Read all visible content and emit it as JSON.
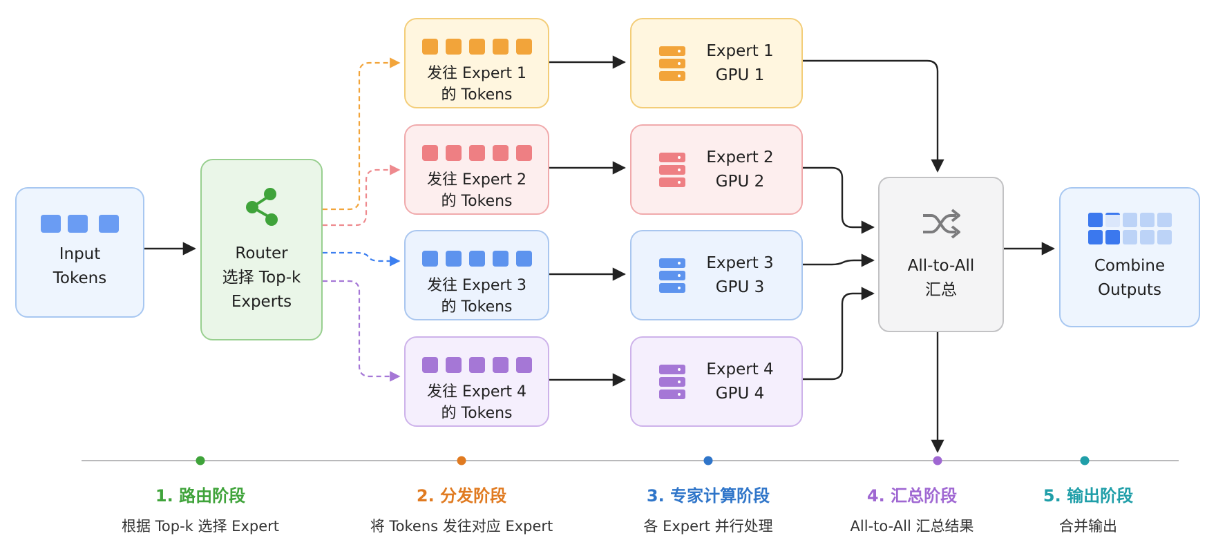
{
  "colors": {
    "orange": "#f2a43a",
    "red": "#ee7f83",
    "blue": "#4d8df0",
    "purple": "#a577d6",
    "green": "#3fa33a",
    "teal": "#2aa6a8",
    "gray": "#7b7b7d"
  },
  "input": {
    "line1": "Input",
    "line2": "Tokens",
    "icon": "token-squares-icon"
  },
  "router": {
    "line1": "Router",
    "line2": "选择 Top-k",
    "line3": "Experts",
    "icon": "share-nodes-icon"
  },
  "token_groups": [
    {
      "line1": "发往 Expert 1",
      "line2": "的 Tokens",
      "color": "#f2a43a"
    },
    {
      "line1": "发往 Expert 2",
      "line2": "的 Tokens",
      "color": "#ee7f83"
    },
    {
      "line1": "发往 Expert 3",
      "line2": "的 Tokens",
      "color": "#5d93ee"
    },
    {
      "line1": "发往 Expert 4",
      "line2": "的 Tokens",
      "color": "#a577d6"
    }
  ],
  "experts": [
    {
      "name": "Expert 1",
      "gpu": "GPU 1",
      "color": "#f2a43a"
    },
    {
      "name": "Expert 2",
      "gpu": "GPU 2",
      "color": "#ee7f83"
    },
    {
      "name": "Expert 3",
      "gpu": "GPU 3",
      "color": "#5d93ee"
    },
    {
      "name": "Expert 4",
      "gpu": "GPU 4",
      "color": "#a577d6"
    }
  ],
  "all_to_all": {
    "line1": "All-to-All",
    "line2": "汇总",
    "icon": "shuffle-icon"
  },
  "output": {
    "line1": "Combine",
    "line2": "Outputs",
    "icon": "output-grid-icon"
  },
  "stages": [
    {
      "title": "1. 路由阶段",
      "desc": "根据 Top-k 选择 Expert",
      "color": "#3fa33a"
    },
    {
      "title": "2. 分发阶段",
      "desc": "将 Tokens 发往对应 Expert",
      "color": "#e07a20"
    },
    {
      "title": "3. 专家计算阶段",
      "desc": "各 Expert 并行处理",
      "color": "#2f75c9"
    },
    {
      "title": "4. 汇总阶段",
      "desc": "All-to-All 汇总结果",
      "color": "#9f67d2"
    },
    {
      "title": "5. 输出阶段",
      "desc": "合并输出",
      "color": "#1f9ea8"
    }
  ]
}
